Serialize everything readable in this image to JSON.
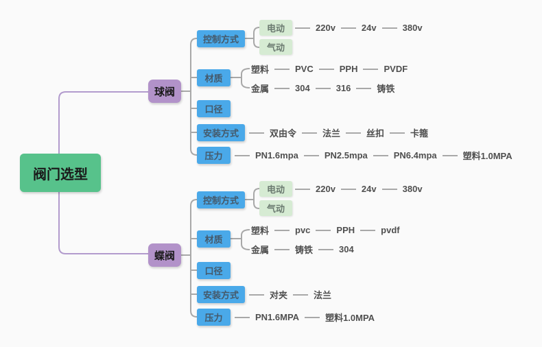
{
  "root": {
    "label": "阀门选型"
  },
  "colors": {
    "canvas_bg": "#fafafa",
    "root_bg": "#57c28b",
    "branch_bg": "#b292c9",
    "category_bg": "#4aa9e9",
    "leaf_box_bg": "#d6ebd3",
    "connector_purple": "#b29bcd",
    "connector_gray": "#a8a8a8"
  },
  "branches": [
    {
      "label": "球阀",
      "categories": [
        {
          "label": "控制方式",
          "children": [
            {
              "label": "电动",
              "chain": [
                "220v",
                "24v",
                "380v"
              ]
            },
            {
              "label": "气动",
              "chain": []
            }
          ]
        },
        {
          "label": "材质",
          "children": [
            {
              "label": "塑料",
              "chain": [
                "PVC",
                "PPH",
                "PVDF"
              ]
            },
            {
              "label": "金属",
              "chain": [
                "304",
                "316",
                "铸铁"
              ]
            }
          ]
        },
        {
          "label": "口径"
        },
        {
          "label": "安装方式",
          "chain": [
            "双由令",
            "法兰",
            "丝扣",
            "卡箍"
          ]
        },
        {
          "label": "压力",
          "chain": [
            "PN1.6mpa",
            "PN2.5mpa",
            "PN6.4mpa",
            "塑料1.0MPA"
          ]
        }
      ]
    },
    {
      "label": "蝶阀",
      "categories": [
        {
          "label": "控制方式",
          "children": [
            {
              "label": "电动",
              "chain": [
                "220v",
                "24v",
                "380v"
              ]
            },
            {
              "label": "气动",
              "chain": []
            }
          ]
        },
        {
          "label": "材质",
          "children": [
            {
              "label": "塑料",
              "chain": [
                "pvc",
                "PPH",
                "pvdf"
              ]
            },
            {
              "label": "金属",
              "chain": [
                "铸铁",
                "304"
              ]
            }
          ]
        },
        {
          "label": "口径"
        },
        {
          "label": "安装方式",
          "chain": [
            "对夹",
            "法兰"
          ]
        },
        {
          "label": "压力",
          "chain": [
            "PN1.6MPA",
            "塑料1.0MPA"
          ]
        }
      ]
    }
  ]
}
